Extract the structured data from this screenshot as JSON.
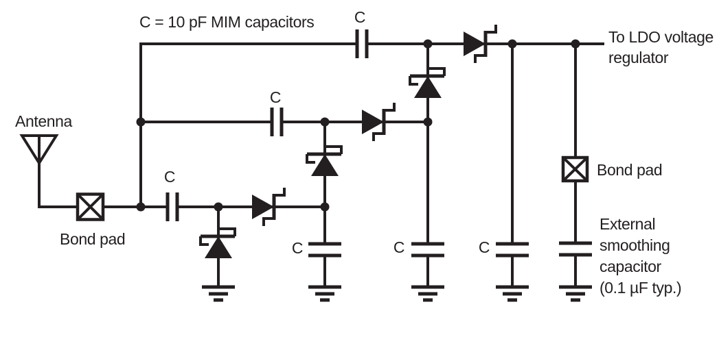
{
  "figure": {
    "labels": {
      "note": "C = 10 pF MIM capacitors",
      "antenna": "Antenna",
      "bond_pad": "Bond pad",
      "output_line1": "To LDO voltage",
      "output_line2": "regulator",
      "ext_line1": "External",
      "ext_line2": "smoothing",
      "ext_line3": "capacitor",
      "ext_line4": "(0.1 µF typ.)",
      "cap": "C"
    },
    "counts": {
      "schottky_diodes": 6,
      "mim_capacitors_labeled_C": 6,
      "bond_pads": 2,
      "ground_symbols": 5,
      "junction_dots": 9
    },
    "colors": {
      "ink": "#231f20",
      "background": "#ffffff"
    }
  }
}
